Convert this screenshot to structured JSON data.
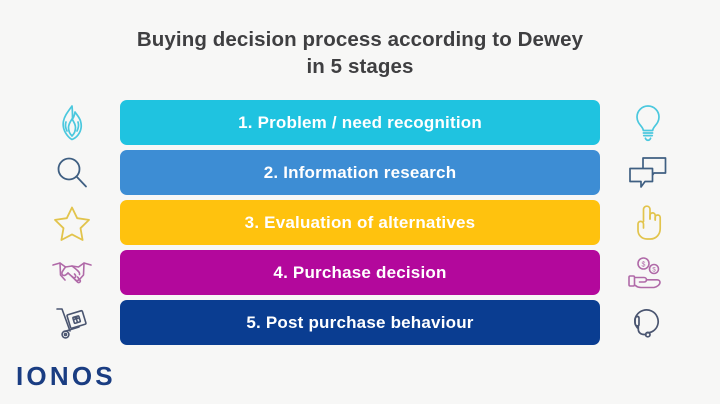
{
  "background_color": "#f7f7f6",
  "title": {
    "line1": "Buying decision process according to Dewey",
    "line2": "in 5 stages",
    "color": "#3f3f41"
  },
  "stages": [
    {
      "label": "1. Problem / need recognition",
      "color": "#1fc3e0",
      "text_color": "#ffffff",
      "left_icon": "flame-icon",
      "right_icon": "lightbulb-icon",
      "icon_color": "#4bc8de"
    },
    {
      "label": "2. Information research",
      "color": "#3d8dd4",
      "text_color": "#ffffff",
      "left_icon": "magnifier-icon",
      "right_icon": "speech-bubbles-icon",
      "icon_color": "#3f5f82"
    },
    {
      "label": "3. Evaluation of alternatives",
      "color": "#ffc20e",
      "text_color": "#ffffff",
      "left_icon": "star-icon",
      "right_icon": "pointing-hand-icon",
      "icon_color": "#e2c44c"
    },
    {
      "label": "4. Purchase decision",
      "color": "#b3089c",
      "text_color": "#ffffff",
      "left_icon": "handshake-icon",
      "right_icon": "hand-with-coins-icon",
      "icon_color": "#b06aa8"
    },
    {
      "label": "5. Post purchase behaviour",
      "color": "#0a3d91",
      "text_color": "#ffffff",
      "left_icon": "hand-truck-package-icon",
      "right_icon": "headset-support-icon",
      "icon_color": "#4a5570"
    }
  ],
  "logo": {
    "text": "IONOS",
    "color": "#1a3d82"
  }
}
